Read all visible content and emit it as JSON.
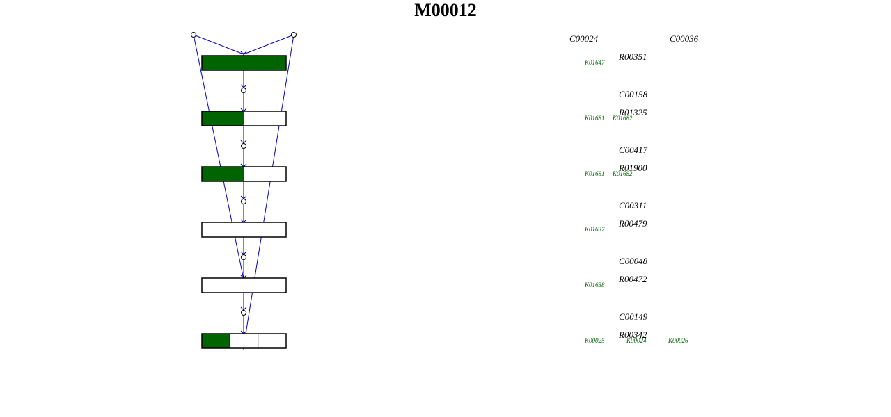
{
  "title": "M00012",
  "colors": {
    "present": "#006400",
    "absent": "#ffffff",
    "edge": "#0000c0",
    "box_border": "#000000",
    "ko_text": "#006400"
  },
  "compounds_top": [
    "C00024",
    "C00036"
  ],
  "steps": [
    {
      "reaction": "R00351",
      "kos": [
        "K01647"
      ],
      "fill": [
        1
      ],
      "compound_after": "C00158"
    },
    {
      "reaction": "R01325",
      "kos": [
        "K01681",
        "K01682"
      ],
      "fill": [
        1,
        0
      ],
      "compound_after": "C00417"
    },
    {
      "reaction": "R01900",
      "kos": [
        "K01681",
        "K01682"
      ],
      "fill": [
        1,
        0
      ],
      "compound_after": "C00311"
    },
    {
      "reaction": "R00479",
      "kos": [
        "K01637"
      ],
      "fill": [
        0
      ],
      "compound_after": "C00048"
    },
    {
      "reaction": "R00472",
      "kos": [
        "K01638"
      ],
      "fill": [
        0
      ],
      "compound_after": "C00149"
    },
    {
      "reaction": "R00342",
      "kos": [
        "K00025",
        "K00024",
        "K00026"
      ],
      "fill": [
        1,
        0,
        0
      ],
      "compound_after": null
    }
  ]
}
